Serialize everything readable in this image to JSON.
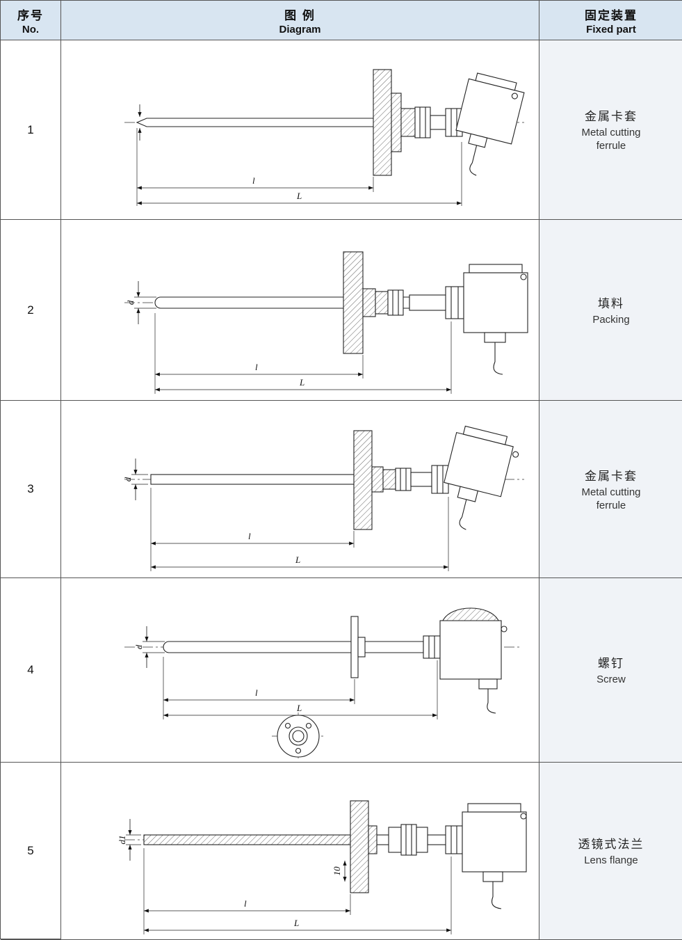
{
  "header": {
    "no_zh": "序号",
    "no_en": "No.",
    "diagram_zh": "图 例",
    "diagram_en": "Diagram",
    "fixed_zh": "固定装置",
    "fixed_en": "Fixed part"
  },
  "colors": {
    "header_bg": "#d8e5f1",
    "fixed_column_bg": "#f0f3f7",
    "border": "#555555",
    "line": "#222222"
  },
  "rows": [
    {
      "no": "1",
      "fixed_zh": "金属卡套",
      "fixed_en": "Metal cutting ferrule",
      "dims": {
        "l": "l",
        "L": "L"
      }
    },
    {
      "no": "2",
      "fixed_zh": "填料",
      "fixed_en": "Packing",
      "dims": {
        "d": "d",
        "l": "l",
        "L": "L"
      }
    },
    {
      "no": "3",
      "fixed_zh": "金属卡套",
      "fixed_en": "Metal cutting ferrule",
      "dims": {
        "d": "d",
        "l": "l",
        "L": "L"
      }
    },
    {
      "no": "4",
      "fixed_zh": "螺钉",
      "fixed_en": "Screw",
      "dims": {
        "d": "d",
        "l": "l",
        "L": "L"
      }
    },
    {
      "no": "5",
      "fixed_zh": "透镜式法兰",
      "fixed_en": "Lens flange",
      "dims": {
        "d1": "d1",
        "t": "10",
        "l": "l",
        "L": "L"
      }
    }
  ]
}
